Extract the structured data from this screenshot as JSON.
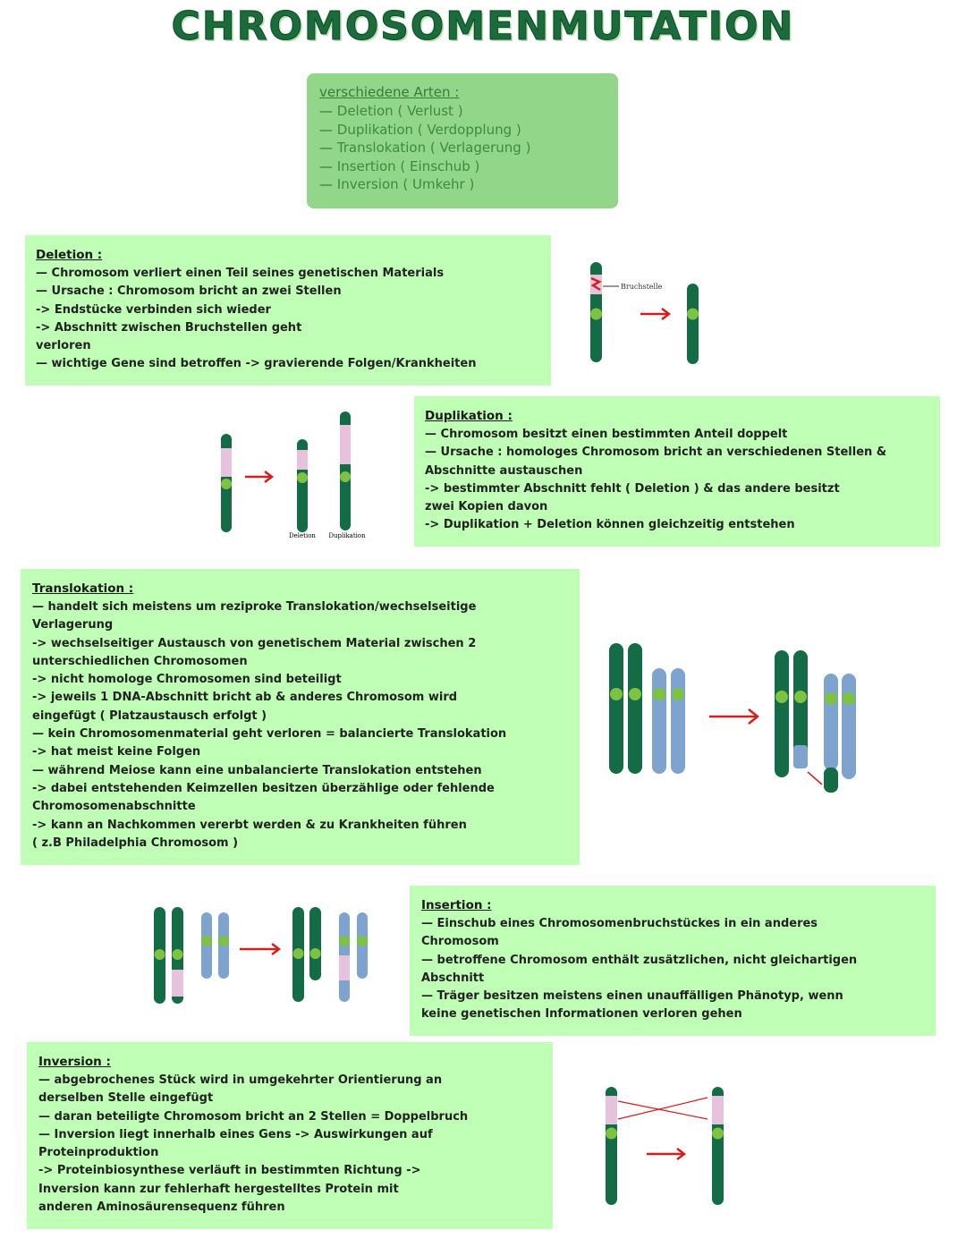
{
  "title": "CHROMOSOMENMUTATION",
  "types": {
    "heading": "verschiedene Arten :",
    "items": [
      "Deletion ( Verlust )",
      "Duplikation ( Verdopplung )",
      "Translokation ( Verlagerung )",
      "Insertion ( Einschub )",
      "Inversion ( Umkehr )"
    ]
  },
  "deletion": {
    "heading": "Deletion :",
    "lines": [
      "— Chromosom verliert einen Teil seines genetischen Materials",
      "— Ursache : Chromosom bricht an zwei Stellen",
      "    -> Endstücke verbinden sich wieder",
      "    -> Abschnitt zwischen Bruchstellen geht",
      "        verloren",
      "— wichtige Gene sind betroffen -> gravierende Folgen/Krankheiten"
    ],
    "diagram_label": "Bruchstelle"
  },
  "duplication": {
    "heading": "Duplikation :",
    "lines": [
      "— Chromosom besitzt einen bestimmten Anteil doppelt",
      "— Ursache : homologes Chromosom bricht an verschiedenen Stellen &",
      "     Abschnitte austauschen",
      "     -> bestimmter Abschnitt fehlt ( Deletion ) & das andere besitzt",
      "         zwei Kopien davon",
      "         -> Duplikation + Deletion können gleichzeitig entstehen"
    ],
    "label_deletion": "Deletion",
    "label_duplication": "Duplikation"
  },
  "translocation": {
    "heading": "Translokation :",
    "lines": [
      "— handelt sich meistens um reziproke Translokation/wechselseitige",
      "    Verlagerung",
      "    -> wechselseitiger Austausch von genetischem Material zwischen 2",
      "        unterschiedlichen Chromosomen",
      "    -> nicht homologe Chromosomen sind beteiligt",
      "        -> jeweils 1 DNA-Abschnitt bricht ab & anderes Chromosom wird",
      "            eingefügt ( Platzaustausch erfolgt )",
      "— kein Chromosomenmaterial geht verloren = balancierte Translokation",
      "    -> hat meist keine Folgen",
      "— während Meiose kann eine unbalancierte Translokation entstehen",
      "    -> dabei entstehenden Keimzellen besitzen überzählige oder fehlende",
      "        Chromosomenabschnitte",
      "        -> kann an Nachkommen vererbt werden & zu Krankheiten führen",
      "            ( z.B Philadelphia Chromosom )"
    ]
  },
  "insertion": {
    "heading": "Insertion :",
    "lines": [
      "— Einschub eines Chromosomenbruchstückes in ein anderes",
      "     Chromosom",
      "— betroffene Chromosom enthält zusätzlichen, nicht gleichartigen",
      "     Abschnitt",
      "— Träger besitzen meistens einen unauffälligen Phänotyp, wenn",
      "     keine genetischen Informationen verloren gehen"
    ]
  },
  "inversion": {
    "heading": "Inversion :",
    "lines": [
      "— abgebrochenes Stück wird in umgekehrter Orientierung an",
      "     derselben Stelle eingefügt",
      "— daran beteiligte Chromosom bricht an 2 Stellen = Doppelbruch",
      "— Inversion liegt innerhalb eines Gens -> Auswirkungen auf",
      "     Proteinproduktion",
      "     -> Proteinbiosynthese verläuft in bestimmten Richtung ->",
      "         Inversion kann zur fehlerhaft hergestelltes Protein mit",
      "         anderen Aminosäurensequenz führen"
    ]
  },
  "colors": {
    "chromosome_dark": "#136c46",
    "chromosome_blue": "#7ea3cf",
    "centromere": "#7ec242",
    "pink": "#e6c3dc",
    "arrow": "#d41f1f",
    "box": "#bfffb6",
    "types_box": "#92d68a"
  }
}
